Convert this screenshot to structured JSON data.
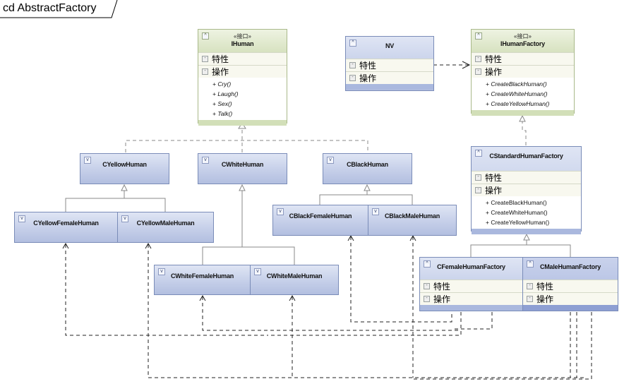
{
  "frame": {
    "title": "cd AbstractFactory"
  },
  "sections": {
    "attributes": "特性",
    "operations": "操作"
  },
  "classes": {
    "ihuman": {
      "stereotype": "«接口»",
      "name": "IHuman",
      "operations": [
        "+ Cry()",
        "+ Laugh()",
        "+ Sex()",
        "+ Talk()"
      ]
    },
    "nv": {
      "name": "NV"
    },
    "ihumanfactory": {
      "stereotype": "«接口»",
      "name": "IHumanFactory",
      "operations": [
        "+ CreateBlackHuman()",
        "+ CreateWhiteHuman()",
        "+ CreateYellowHuman()"
      ]
    },
    "cstandardhumanfactory": {
      "name": "CStandardHumanFactory",
      "operations": [
        "+ CreateBlackHuman()",
        "+ CreateWhiteHuman()",
        "+ CreateYellowHuman()"
      ]
    },
    "cyellowhuman": {
      "name": "CYellowHuman"
    },
    "cwhitehuman": {
      "name": "CWhiteHuman"
    },
    "cblackhuman": {
      "name": "CBlackHuman"
    },
    "cyellowfemalehuman": {
      "name": "CYellowFemaleHuman"
    },
    "cyellowmalehuman": {
      "name": "CYellowMaleHuman"
    },
    "cwhitefemalehuman": {
      "name": "CWhiteFemaleHuman"
    },
    "cwhitemalehuman": {
      "name": "CWhiteMaleHuman"
    },
    "cblackfemalehuman": {
      "name": "CBlackFemaleHuman"
    },
    "cblackmalehuman": {
      "name": "CBlackMaleHuman"
    },
    "cfemalehumanfactory": {
      "name": "CFemaleHumanFactory"
    },
    "cmalehumanfactory": {
      "name": "CMaleHumanFactory"
    }
  },
  "icons": {
    "collapse": "chevron-up-icon",
    "expand": "chevron-down-icon",
    "section": "minus-box-icon"
  },
  "colors": {
    "interface_header": "#d7e2c0",
    "class_fill": "#c3cde8",
    "class_border": "#7a8cb8",
    "line": "#333333"
  }
}
